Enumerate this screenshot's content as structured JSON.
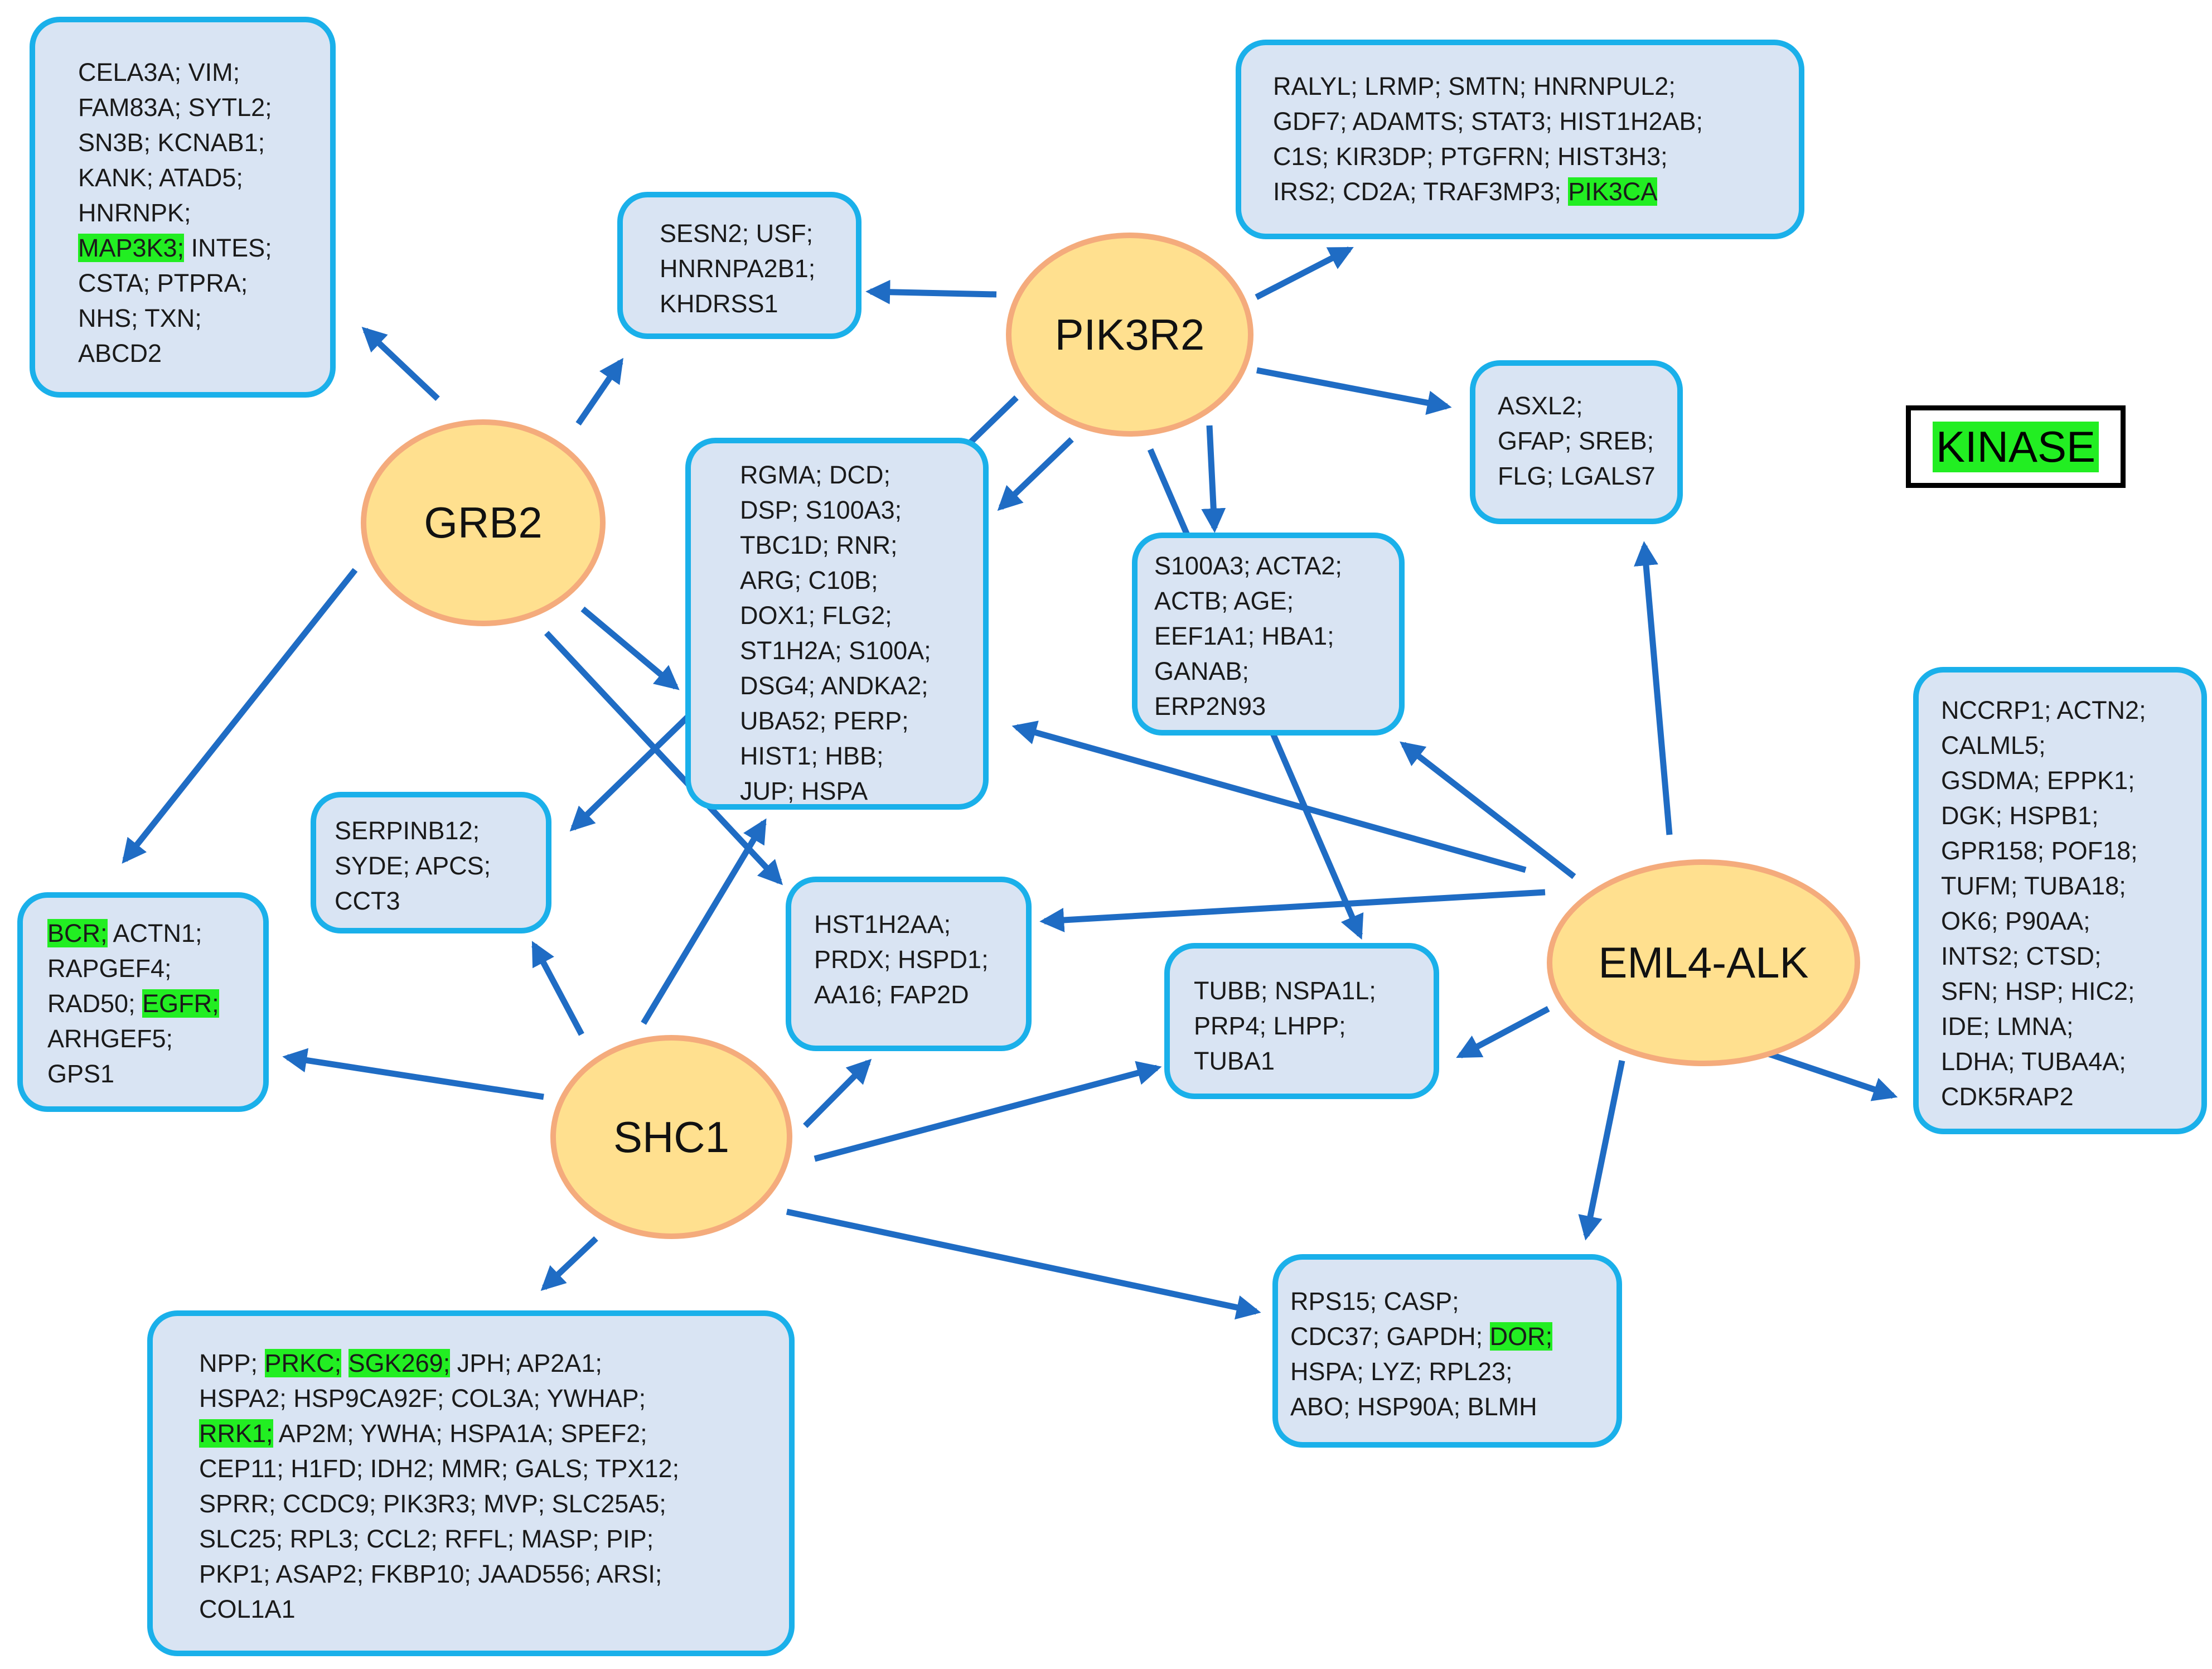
{
  "highlight_color": "#22ee22",
  "edge_color": "#1f6cc4",
  "box_fill": "#d9e4f3",
  "box_border": "#1ab0ea",
  "node_fill": "#ffe08f",
  "node_border": "#f4ab7c",
  "legend": {
    "label": "KINASE"
  },
  "nodes": [
    {
      "id": "grb2",
      "label": "GRB2"
    },
    {
      "id": "pik3r2",
      "label": "PIK3R2"
    },
    {
      "id": "shc1",
      "label": "SHC1"
    },
    {
      "id": "eml4alk",
      "label": "EML4-ALK"
    }
  ],
  "boxes": [
    {
      "id": "b1",
      "lines": [
        [
          {
            "t": "CELA3A; VIM;"
          }
        ],
        [
          {
            "t": "FAM83A; SYTL2;"
          }
        ],
        [
          {
            "t": "SN3B; KCNAB1;"
          }
        ],
        [
          {
            "t": "KANK; ATAD5;"
          }
        ],
        [
          {
            "t": "HNRNPK;"
          }
        ],
        [
          {
            "t": "MAP3K3;",
            "k": true
          },
          {
            "t": " INTES;"
          }
        ],
        [
          {
            "t": "CSTA; PTPRA;"
          }
        ],
        [
          {
            "t": "NHS; TXN;"
          }
        ],
        [
          {
            "t": "ABCD2"
          }
        ]
      ]
    },
    {
      "id": "b2",
      "lines": [
        [
          {
            "t": "SESN2; USF;"
          }
        ],
        [
          {
            "t": "HNRNPA2B1;"
          }
        ],
        [
          {
            "t": "KHDRSS1"
          }
        ]
      ]
    },
    {
      "id": "b3",
      "lines": [
        [
          {
            "t": "RALYL; LRMP; SMTN; HNRNPUL2;"
          }
        ],
        [
          {
            "t": "GDF7; ADAMTS; STAT3; HIST1H2AB;"
          }
        ],
        [
          {
            "t": "C1S; KIR3DP; PTGFRN; HIST3H3;"
          }
        ],
        [
          {
            "t": "IRS2; CD2A; TRAF3MP3; "
          },
          {
            "t": "PIK3CA",
            "k": true
          }
        ]
      ]
    },
    {
      "id": "b4",
      "lines": [
        [
          {
            "t": "RGMA; DCD;"
          }
        ],
        [
          {
            "t": "DSP; S100A3;"
          }
        ],
        [
          {
            "t": "TBC1D; RNR;"
          }
        ],
        [
          {
            "t": "ARG; C10B;"
          }
        ],
        [
          {
            "t": "DOX1; FLG2;"
          }
        ],
        [
          {
            "t": "ST1H2A; S100A;"
          }
        ],
        [
          {
            "t": "DSG4; ANDKA2;"
          }
        ],
        [
          {
            "t": "UBA52; PERP;"
          }
        ],
        [
          {
            "t": "HIST1; HBB;"
          }
        ],
        [
          {
            "t": "JUP; HSPA"
          }
        ]
      ]
    },
    {
      "id": "b5",
      "lines": [
        [
          {
            "t": "ASXL2;"
          }
        ],
        [
          {
            "t": "GFAP; SREB;"
          }
        ],
        [
          {
            "t": "FLG; LGALS7"
          }
        ]
      ]
    },
    {
      "id": "b6",
      "lines": [
        [
          {
            "t": "S100A3; ACTA2;"
          }
        ],
        [
          {
            "t": "ACTB; AGE;"
          }
        ],
        [
          {
            "t": "EEF1A1; HBA1;"
          }
        ],
        [
          {
            "t": "GANAB;"
          }
        ],
        [
          {
            "t": "ERP2N93"
          }
        ]
      ]
    },
    {
      "id": "b7",
      "lines": [
        [
          {
            "t": "SERPINB12;"
          }
        ],
        [
          {
            "t": "SYDE; APCS;"
          }
        ],
        [
          {
            "t": "CCT3"
          }
        ]
      ]
    },
    {
      "id": "b8",
      "lines": [
        [
          {
            "t": "BCR;",
            "k": true
          },
          {
            "t": " ACTN1;"
          }
        ],
        [
          {
            "t": "RAPGEF4;"
          }
        ],
        [
          {
            "t": "RAD50; "
          },
          {
            "t": "EGFR;",
            "k": true
          }
        ],
        [
          {
            "t": "ARHGEF5;"
          }
        ],
        [
          {
            "t": "GPS1"
          }
        ]
      ]
    },
    {
      "id": "b9",
      "lines": [
        [
          {
            "t": "HST1H2AA;"
          }
        ],
        [
          {
            "t": "PRDX; HSPD1;"
          }
        ],
        [
          {
            "t": "AA16; FAP2D"
          }
        ]
      ]
    },
    {
      "id": "b10",
      "lines": [
        [
          {
            "t": "TUBB; NSPA1L;"
          }
        ],
        [
          {
            "t": "PRP4; LHPP;"
          }
        ],
        [
          {
            "t": "TUBA1"
          }
        ]
      ]
    },
    {
      "id": "b11",
      "lines": [
        [
          {
            "t": "NCCRP1; ACTN2;"
          }
        ],
        [
          {
            "t": "CALML5;"
          }
        ],
        [
          {
            "t": "GSDMA; EPPK1;"
          }
        ],
        [
          {
            "t": "DGK; HSPB1;"
          }
        ],
        [
          {
            "t": "GPR158; POF18;"
          }
        ],
        [
          {
            "t": "TUFM; TUBA18;"
          }
        ],
        [
          {
            "t": "OK6; P90AA;"
          }
        ],
        [
          {
            "t": "INTS2; CTSD;"
          }
        ],
        [
          {
            "t": "SFN; HSP; HIC2;"
          }
        ],
        [
          {
            "t": "IDE; LMNA;"
          }
        ],
        [
          {
            "t": "LDHA; TUBA4A;"
          }
        ],
        [
          {
            "t": "CDK5RAP2"
          }
        ]
      ]
    },
    {
      "id": "b12",
      "lines": [
        [
          {
            "t": "NPP; "
          },
          {
            "t": "PRKC;",
            "k": true
          },
          {
            "t": " "
          },
          {
            "t": "SGK269;",
            "k": true
          },
          {
            "t": " JPH; AP2A1;"
          }
        ],
        [
          {
            "t": "HSPA2; HSP9CA92F; COL3A; YWHAP;"
          }
        ],
        [
          {
            "t": "RRK1;",
            "k": true
          },
          {
            "t": " AP2M; YWHA; HSPA1A; SPEF2;"
          }
        ],
        [
          {
            "t": "CEP11; H1FD; IDH2; MMR; GALS; TPX12;"
          }
        ],
        [
          {
            "t": "SPRR; CCDC9; PIK3R3; MVP; SLC25A5;"
          }
        ],
        [
          {
            "t": "SLC25; RPL3; CCL2; RFFL; MASP; PIP;"
          }
        ],
        [
          {
            "t": "PKP1; ASAP2; FKBP10; JAAD556; ARSI;"
          }
        ],
        [
          {
            "t": "COL1A1"
          }
        ]
      ]
    },
    {
      "id": "b13",
      "lines": [
        [
          {
            "t": "RPS15; CASP;"
          }
        ],
        [
          {
            "t": "CDC37; GAPDH; "
          },
          {
            "t": "DOR;",
            "k": true
          }
        ],
        [
          {
            "t": "HSPA; LYZ; RPL23;"
          }
        ],
        [
          {
            "t": "ABO; HSP90A; BLMH"
          }
        ]
      ]
    }
  ],
  "edges": [
    {
      "from": "GRB2",
      "to": "b1"
    },
    {
      "from": "GRB2",
      "to": "b2"
    },
    {
      "from": "GRB2",
      "to": "b4"
    },
    {
      "from": "GRB2",
      "to": "b8"
    },
    {
      "from": "GRB2",
      "to": "b9"
    },
    {
      "from": "PIK3R2",
      "to": "b2"
    },
    {
      "from": "PIK3R2",
      "to": "b3"
    },
    {
      "from": "PIK3R2",
      "to": "b5"
    },
    {
      "from": "PIK3R2",
      "to": "b4"
    },
    {
      "from": "PIK3R2",
      "to": "b6"
    },
    {
      "from": "PIK3R2",
      "to": "b7"
    },
    {
      "from": "PIK3R2",
      "to": "b10"
    },
    {
      "from": "SHC1",
      "to": "b7"
    },
    {
      "from": "SHC1",
      "to": "b8"
    },
    {
      "from": "SHC1",
      "to": "b4"
    },
    {
      "from": "SHC1",
      "to": "b9"
    },
    {
      "from": "SHC1",
      "to": "b10"
    },
    {
      "from": "SHC1",
      "to": "b12"
    },
    {
      "from": "SHC1",
      "to": "b13"
    },
    {
      "from": "EML4-ALK",
      "to": "b4"
    },
    {
      "from": "EML4-ALK",
      "to": "b6"
    },
    {
      "from": "EML4-ALK",
      "to": "b5"
    },
    {
      "from": "EML4-ALK",
      "to": "b9"
    },
    {
      "from": "EML4-ALK",
      "to": "b10"
    },
    {
      "from": "EML4-ALK",
      "to": "b11"
    },
    {
      "from": "EML4-ALK",
      "to": "b13"
    }
  ]
}
